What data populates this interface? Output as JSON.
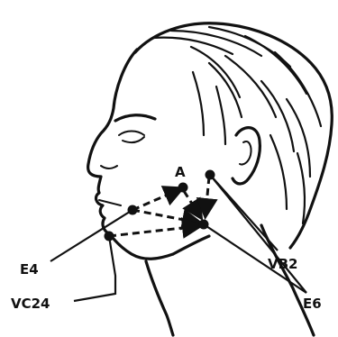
{
  "labels": {
    "a": "A",
    "e4": "E4",
    "vc24": "VC24",
    "vb2": "VB2",
    "e6": "E6"
  },
  "points": [
    "A",
    "E4",
    "VC24",
    "VB2",
    "E6"
  ]
}
